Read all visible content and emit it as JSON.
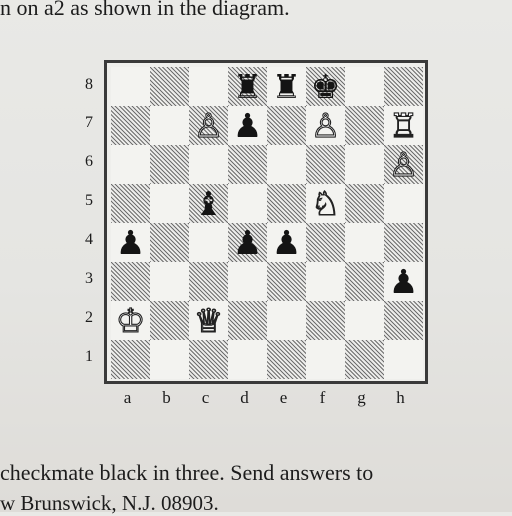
{
  "page": {
    "top_text": "n on a2 as shown in the diagram.",
    "bottom_text_1": "checkmate black in three. Send answers to",
    "bottom_text_2": "w Brunswick, N.J. 08903."
  },
  "board": {
    "ranks": [
      "8",
      "7",
      "6",
      "5",
      "4",
      "3",
      "2",
      "1"
    ],
    "files": [
      "a",
      "b",
      "c",
      "d",
      "e",
      "f",
      "g",
      "h"
    ],
    "pieces": [
      {
        "square": "d8",
        "color": "black",
        "type": "rook",
        "glyph": "♜"
      },
      {
        "square": "e8",
        "color": "black",
        "type": "rook",
        "glyph": "♜"
      },
      {
        "square": "f8",
        "color": "black",
        "type": "king",
        "glyph": "♚"
      },
      {
        "square": "c7",
        "color": "white",
        "type": "pawn",
        "glyph": "♙"
      },
      {
        "square": "d7",
        "color": "black",
        "type": "pawn",
        "glyph": "♟"
      },
      {
        "square": "f7",
        "color": "white",
        "type": "pawn",
        "glyph": "♙"
      },
      {
        "square": "h7",
        "color": "white",
        "type": "rook",
        "glyph": "♖"
      },
      {
        "square": "h6",
        "color": "white",
        "type": "pawn",
        "glyph": "♙"
      },
      {
        "square": "c5",
        "color": "black",
        "type": "bishop",
        "glyph": "♝"
      },
      {
        "square": "f5",
        "color": "white",
        "type": "knight",
        "glyph": "♘"
      },
      {
        "square": "a4",
        "color": "black",
        "type": "pawn",
        "glyph": "♟"
      },
      {
        "square": "d4",
        "color": "black",
        "type": "pawn",
        "glyph": "♟"
      },
      {
        "square": "e4",
        "color": "black",
        "type": "pawn",
        "glyph": "♟"
      },
      {
        "square": "h3",
        "color": "black",
        "type": "pawn",
        "glyph": "♟"
      },
      {
        "square": "a2",
        "color": "white",
        "type": "king",
        "glyph": "♔"
      },
      {
        "square": "c2",
        "color": "white",
        "type": "queen",
        "glyph": "♕"
      }
    ]
  }
}
